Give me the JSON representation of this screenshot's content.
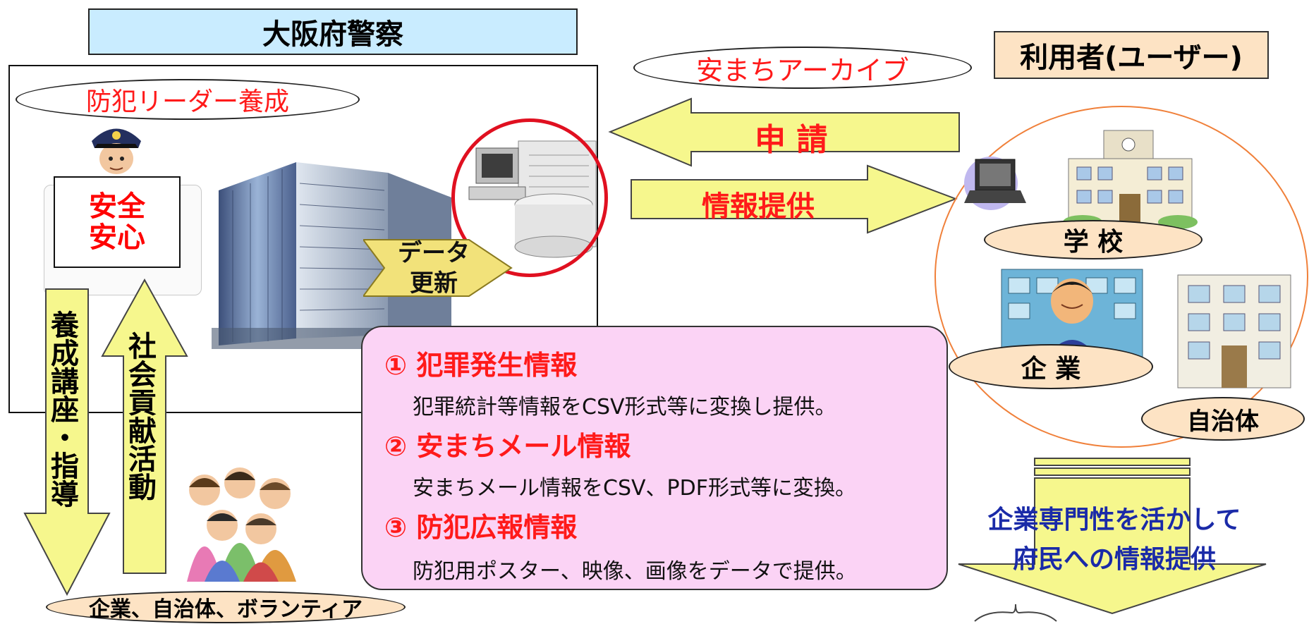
{
  "header": {
    "title": "大阪府警察"
  },
  "users": {
    "title": "利用者(ユーザー)"
  },
  "archive": {
    "label": "安まちアーカイブ"
  },
  "flows": {
    "apply": "申 請",
    "provide": "情報提供",
    "update_line1": "データ",
    "update_line2": "更新"
  },
  "leader": {
    "label": "防犯リーダー養成",
    "safety_line1": "安全",
    "safety_line2": "安心",
    "training_arrow": "養成講座・指導",
    "contribution_arrow": "社会貢献活動",
    "bottom_label": "企業、自治体、ボランティア"
  },
  "user_groups": {
    "school": "学 校",
    "company": "企 業",
    "municipality": "自治体"
  },
  "info_items": [
    {
      "heading": "①  犯罪発生情報",
      "body": "犯罪統計等情報をCSV形式等に変換し提供。"
    },
    {
      "heading": "②  安まちメール情報",
      "body": "安まちメール情報をCSV、PDF形式等に変換。"
    },
    {
      "heading": "③  防犯広報情報",
      "body": "防犯用ポスター、映像、画像をデータで提供。"
    }
  ],
  "cta": {
    "line1": "企業専門性を活かして",
    "line2": "府民への情報提供"
  },
  "colors": {
    "arrow_yellow": "#f6f78d",
    "title_blue": "#c9ecff",
    "user_orange": "#fde3c4",
    "info_pink": "#fbd3f5",
    "label_red": "#ff1a1a",
    "cta_blue": "#1a2aa8"
  }
}
